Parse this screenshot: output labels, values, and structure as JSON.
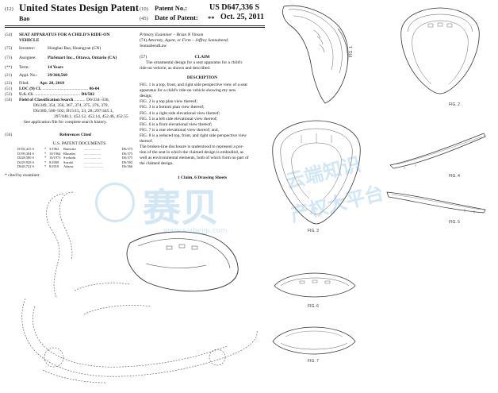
{
  "header": {
    "code12": "(12)",
    "title": "United States Design Patent",
    "inventor_short": "Bao",
    "code10": "(10)",
    "patent_no_label": "Patent No.:",
    "patent_no": "US D647,336 S",
    "code45": "(45)",
    "date_label": "Date of Patent:",
    "stars": "**",
    "date": "Oct. 25, 2011"
  },
  "biblio": {
    "item54": {
      "code": "(54)",
      "text_1": "SEAT APPARATUS FOR A CHILD'S RIDE-ON",
      "text_2": "VEHICLE"
    },
    "item75": {
      "code": "(75)",
      "label": "Inventor:",
      "value": "Honghai Bao, Huangyan (CN)"
    },
    "item73": {
      "code": "(73)",
      "label": "Assignee:",
      "value": "PlaSmart Inc., Ottawa, Ontario (CA)"
    },
    "item_term": {
      "code": "(**)",
      "label": "Term:",
      "value": "14 Years"
    },
    "item21": {
      "code": "(21)",
      "label": "Appl. No.:",
      "value": "29/360,560"
    },
    "item22": {
      "code": "(22)",
      "label": "Filed:",
      "value": "Apr. 28, 2010"
    },
    "item51": {
      "code": "(51)",
      "label": "LOC (9) Cl.",
      "dots": "..........................................",
      "value": "06-04"
    },
    "item52": {
      "code": "(52)",
      "label": "U.S. Cl.",
      "dots": "..........................................",
      "value": "D6/502"
    },
    "item58": {
      "code": "(58)",
      "label": "Field of Classification Search",
      "dots": "..........",
      "value_1": "D6/334–336,",
      "value_2": "D6/349, 354, 356, 367, 374, 375, 376, 379,",
      "value_3": "D6/380, 500–502; D15/15, 23, 28; 297/445.1,",
      "value_4": "297/446.1, 452.12, 452.14, 452.46, 452.55",
      "value_5": "See application file for complete search history."
    },
    "item56": {
      "code": "(56)",
      "label": "References Cited"
    },
    "us_docs_heading": "U.S. PATENT DOCUMENTS",
    "references": [
      {
        "no": "D192,415 S",
        "star": "*",
        "date": "3/1962",
        "name": "Brancato",
        "dots": "...................",
        "cls": "D6/375"
      },
      {
        "no": "D199,304 S",
        "star": "*",
        "date": "10/1964",
        "name": "Rhoades",
        "dots": "...................",
        "cls": "D6/375"
      },
      {
        "no": "D228,580 S",
        "star": "*",
        "date": "10/1973",
        "name": "Svoboda",
        "dots": "...................",
        "cls": "D6/375"
      },
      {
        "no": "D429,928 S",
        "star": "*",
        "date": "8/2000",
        "name": "Suzuki",
        "dots": ".....................",
        "cls": "D6/502"
      },
      {
        "no": "D620,722 S",
        "star": "*",
        "date": "8/2010",
        "name": "Adams",
        "dots": "......................",
        "cls": "D6/366"
      }
    ],
    "cited": "* cited by examiner"
  },
  "right_col": {
    "examiner": "Primary Examiner – Brian N Vinson",
    "code74": "(74)",
    "attorney_1": "Attorney, Agent, or Firm – Jeffrey Sonnabend;",
    "attorney_2": "SonnabendLaw",
    "code57": "(57)",
    "claim_heading": "CLAIM",
    "claim_1": "The ornamental design for a seat apparatus for a child's",
    "claim_2": "ride-on vehicle, as shown and described.",
    "description_heading": "DESCRIPTION",
    "desc_lines": [
      "FIG. 1 is a top, front, and right side perspective view of a seat",
      "apparatus for a child's ride-on vehicle showing my new",
      "design;",
      "FIG. 2 is a top plan view thereof;",
      "FIG. 3 is a bottom plan view thereof;",
      "FIG. 4 is a right side elevational view thereof;",
      "FIG. 5 is a left side elevational view thereof;",
      "FIG. 6 is a front elevational view thereof;",
      "FIG. 7 is a rear elevational view thereof; and,",
      "FIG. 8 is a reduced top, front, and right side perspective view",
      "thereof.",
      "The broken-line disclosure is understood to represent a por-",
      "tion of the seat in which the claimed design is embodied, as",
      "well as environmental elements, both of which form no part of",
      "the claimed design."
    ],
    "claims_sheets": "1 Claim, 6 Drawing Sheets"
  },
  "figures": {
    "fig1": "FIG. 1",
    "fig2": "FIG. 2",
    "fig3": "FIG. 3",
    "fig4": "FIG. 4",
    "fig5": "FIG. 5",
    "fig6": "FIG. 6",
    "fig7": "FIG. 7"
  },
  "watermark": {
    "logo_text": "赛贝",
    "cn_1": "云端知识",
    "cn_2": "产权大平台",
    "url": "www.saibeiip.com",
    "color": "#5aaadc"
  }
}
